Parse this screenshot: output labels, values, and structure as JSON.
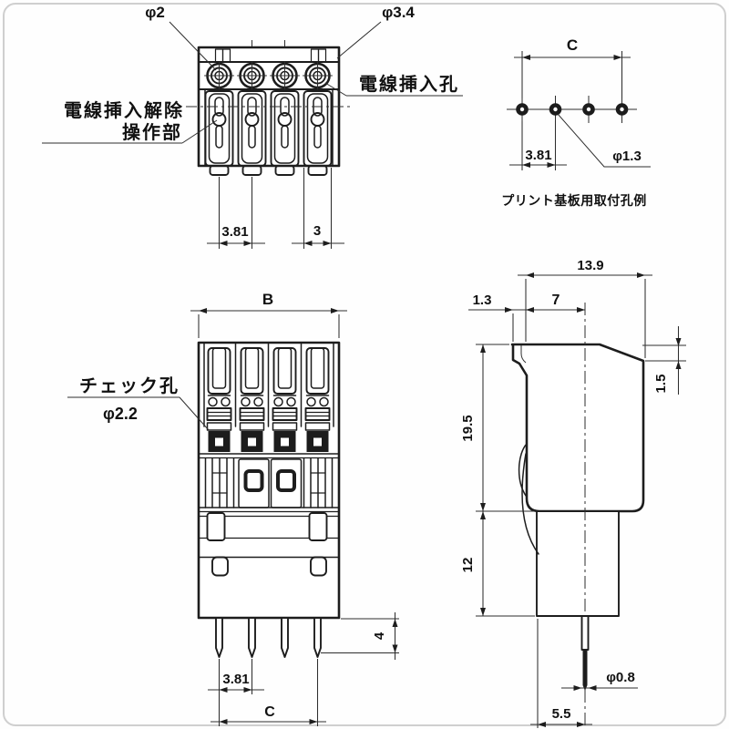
{
  "top_view": {
    "labels": {
      "hole_small_dia": "φ2",
      "hole_large_dia": "φ3.4",
      "wire_insertion_hole": "電線挿入孔",
      "wire_release_line1": "電線挿入解除",
      "wire_release_line2": "操作部"
    },
    "dims": {
      "pitch": "3.81",
      "slot_width": "3"
    }
  },
  "pcb_view": {
    "caption": "プリント基板用取付孔例",
    "dims": {
      "span": "C",
      "pitch": "3.81",
      "hole_dia": "φ1.3"
    }
  },
  "front_view": {
    "labels": {
      "check_hole": "チェック孔",
      "check_hole_dia": "φ2.2"
    },
    "dims": {
      "width": "B",
      "pin_length": "4",
      "pin_pitch": "3.81",
      "pin_span": "C"
    }
  },
  "side_view": {
    "dims": {
      "depth": "13.9",
      "flange": "1.3",
      "center_offset": "7",
      "step": "1.5",
      "upper_height": "19.5",
      "lower_height": "12",
      "pin_dia": "φ0.8",
      "pin_offset": "5.5"
    }
  }
}
